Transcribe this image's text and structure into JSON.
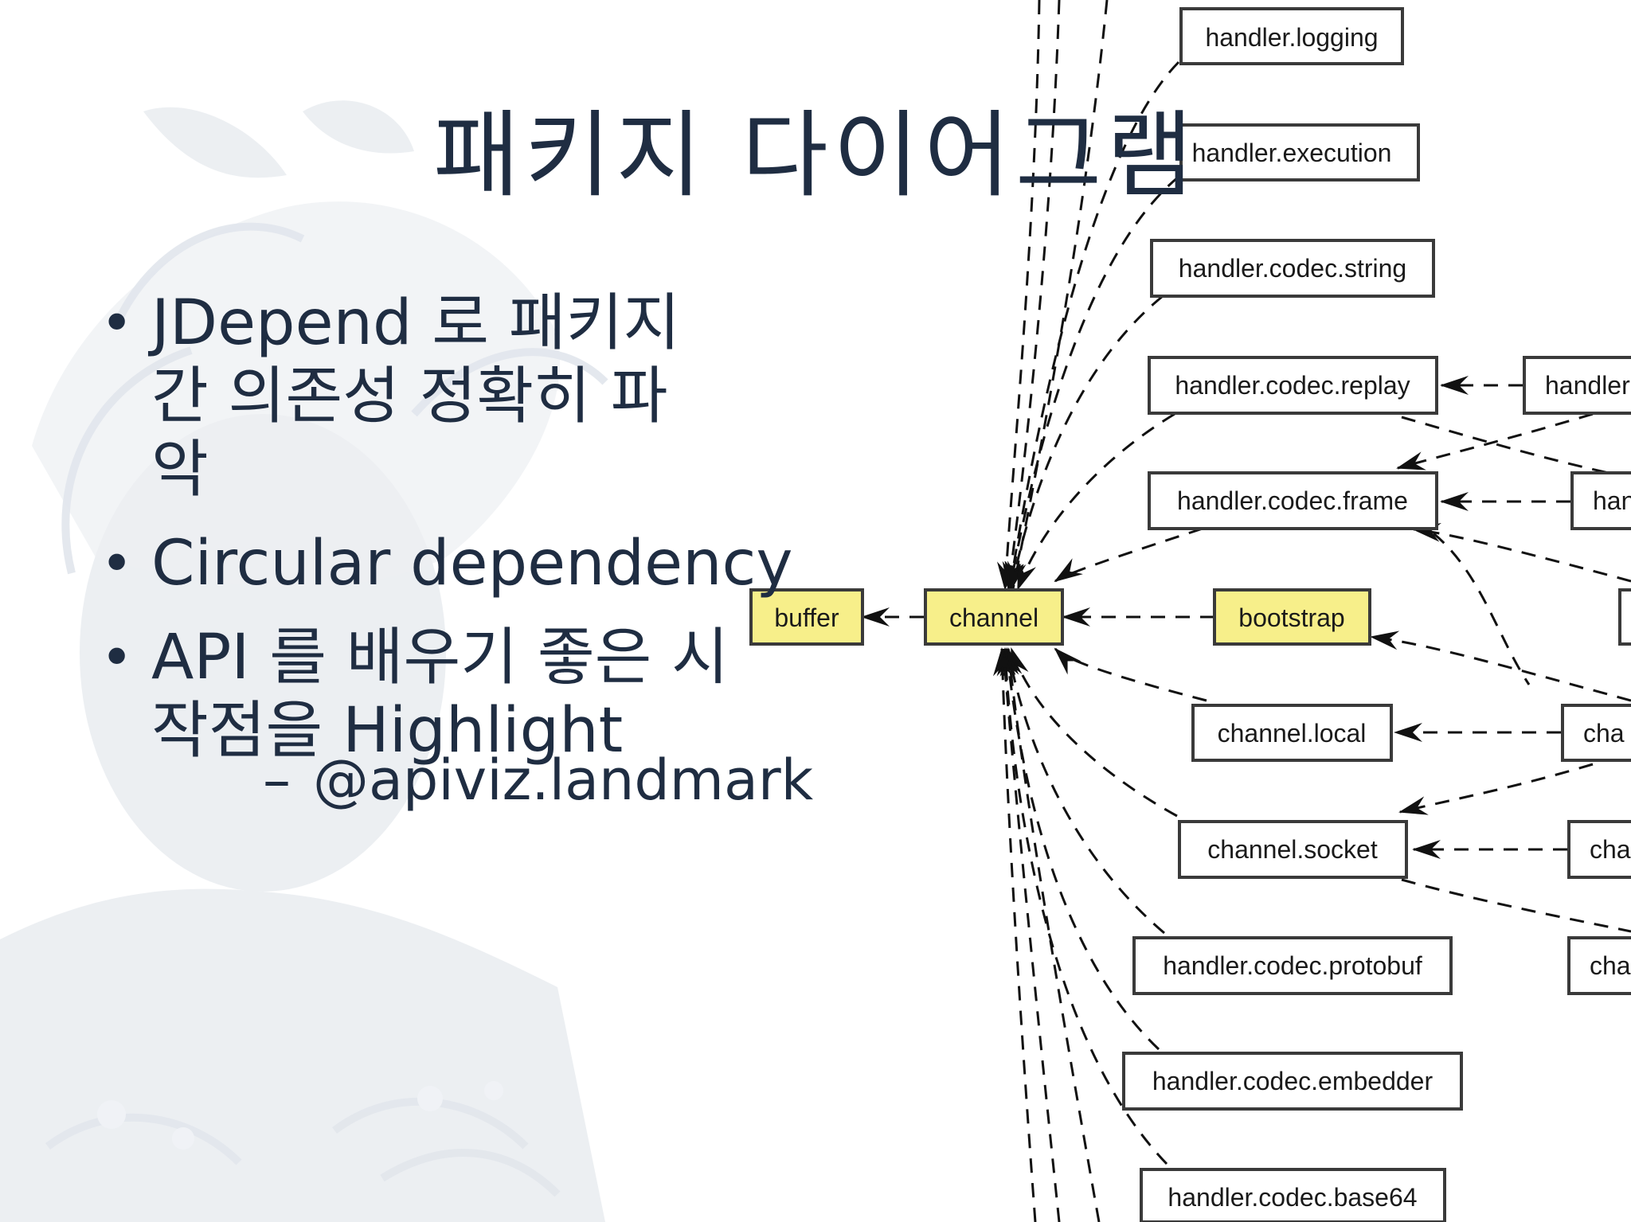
{
  "slide": {
    "title": "패키지 다이어그램",
    "bullets": [
      {
        "text": "JDepend 로 패키지간 의존성 정확히 파악"
      },
      {
        "text": "Circular dependency"
      },
      {
        "text": "API 를 배우기 좋은 시작점을 Highlight"
      }
    ],
    "sub_bullet": "@apiviz.landmark"
  },
  "diagram": {
    "nodes": [
      {
        "id": "handler_logging",
        "label": "handler.logging",
        "highlight": false
      },
      {
        "id": "handler_execution",
        "label": "handler.execution",
        "highlight": false
      },
      {
        "id": "handler_codec_string",
        "label": "handler.codec.string",
        "highlight": false
      },
      {
        "id": "handler_codec_replay",
        "label": "handler.codec.replay",
        "highlight": false
      },
      {
        "id": "handler_codec_frame",
        "label": "handler.codec.frame",
        "highlight": false
      },
      {
        "id": "buffer",
        "label": "buffer",
        "highlight": true
      },
      {
        "id": "channel",
        "label": "channel",
        "highlight": true
      },
      {
        "id": "bootstrap",
        "label": "bootstrap",
        "highlight": true
      },
      {
        "id": "channel_local",
        "label": "channel.local",
        "highlight": false
      },
      {
        "id": "channel_socket",
        "label": "channel.socket",
        "highlight": false
      },
      {
        "id": "handler_codec_protobuf",
        "label": "handler.codec.protobuf",
        "highlight": false
      },
      {
        "id": "handler_codec_embedder",
        "label": "handler.codec.embedder",
        "highlight": false
      },
      {
        "id": "handler_codec_base64",
        "label": "handler.codec.base64",
        "highlight": false
      },
      {
        "id": "partial_handler_1",
        "label": "handler",
        "highlight": false
      },
      {
        "id": "partial_han",
        "label": "han",
        "highlight": false
      },
      {
        "id": "partial_blank",
        "label": "",
        "highlight": false
      },
      {
        "id": "partial_cha_1",
        "label": "cha",
        "highlight": false
      },
      {
        "id": "partial_cha_2",
        "label": "cha",
        "highlight": false
      },
      {
        "id": "partial_cha_3",
        "label": "cha",
        "highlight": false
      }
    ],
    "colors": {
      "highlight_fill": "#f7ef8a",
      "node_fill": "#ffffff",
      "text": "#1f2d42"
    }
  }
}
